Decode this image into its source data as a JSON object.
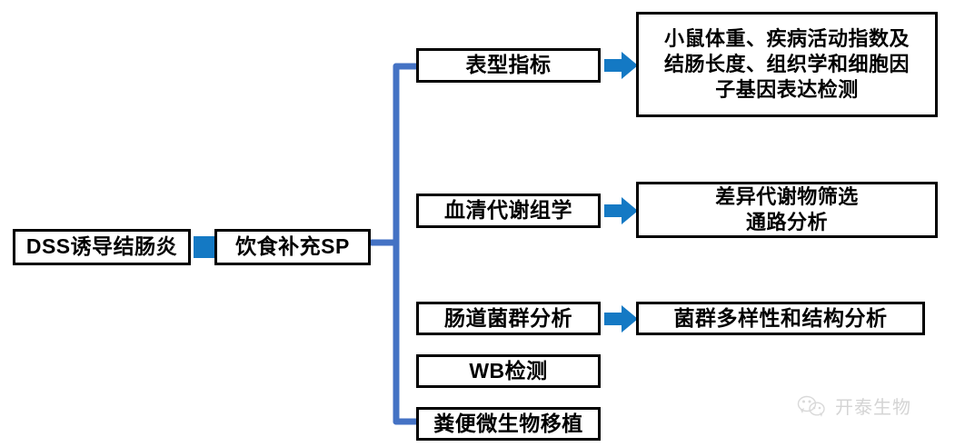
{
  "diagram": {
    "title": "DSS-induced colitis dietary SP experimental workflow",
    "colors": {
      "box_border": "#000000",
      "box_fill": "#ffffff",
      "arrow_blue": "#1479C4",
      "connector_blue": "#4472C4",
      "text": "#000000",
      "watermark": "#9a9a9a"
    },
    "nodes": {
      "start": "DSS诱导结肠炎",
      "intervention": "饮食补充SP",
      "phenotype": "表型指标",
      "phenotype_result": "小鼠体重、疾病活动指数及\n结肠长度、组织学和细胞因\n子基因表达检测",
      "metabolomics": "血清代谢组学",
      "metabolomics_result": "差异代谢物筛选\n通路分析",
      "gut_flora": "肠道菌群分析",
      "gut_flora_result": "菌群多样性和结构分析",
      "wb": "WB检测",
      "fmt": "粪便微生物移植"
    },
    "arrows": [
      {
        "name": "arrow-start-to-intervention",
        "from": "start",
        "to": "intervention"
      },
      {
        "name": "arrow-phenotype-to-result",
        "from": "phenotype",
        "to": "phenotype_result"
      },
      {
        "name": "arrow-metabolomics-to-result",
        "from": "metabolomics",
        "to": "metabolomics_result"
      },
      {
        "name": "arrow-gutflora-to-result",
        "from": "gut_flora",
        "to": "gut_flora_result"
      }
    ],
    "branch_connector": {
      "name": "branch-connector",
      "description": "Elbow connector from intervention box fanning to phenotype and FMT branches"
    }
  },
  "watermark": {
    "icon": "wechat-icon",
    "label": "开泰生物"
  }
}
